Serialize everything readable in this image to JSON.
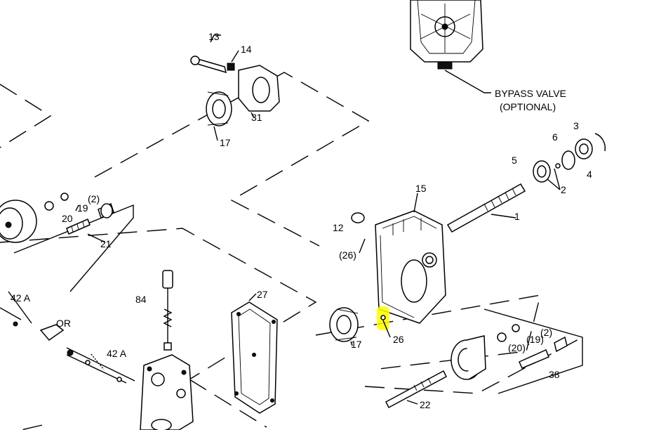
{
  "labels": {
    "l13": "13",
    "l14": "14",
    "l31": "31",
    "l17a": "17",
    "l20a": "20",
    "l19a": "19",
    "l2a": "(2)",
    "l21": "21",
    "l42a": "42 A",
    "l42b": "42 A",
    "lor": "OR",
    "l84": "84",
    "l27": "27",
    "lbypass1": "BYPASS VALVE",
    "lbypass2": "(OPTIONAL)",
    "l3": "3",
    "l6": "6",
    "l4": "4",
    "l5": "5",
    "l2b": "2",
    "l15": "15",
    "l1": "1",
    "l12": "12",
    "l26a": "(26)",
    "l17b": "17",
    "l26b": "26",
    "l20b": "(20)",
    "l19b": "(19)",
    "l2c": "(2)",
    "l38": "38",
    "l22": "22"
  },
  "colors": {
    "line": "#000000",
    "highlight": "#ffff00",
    "background": "#ffffff"
  }
}
